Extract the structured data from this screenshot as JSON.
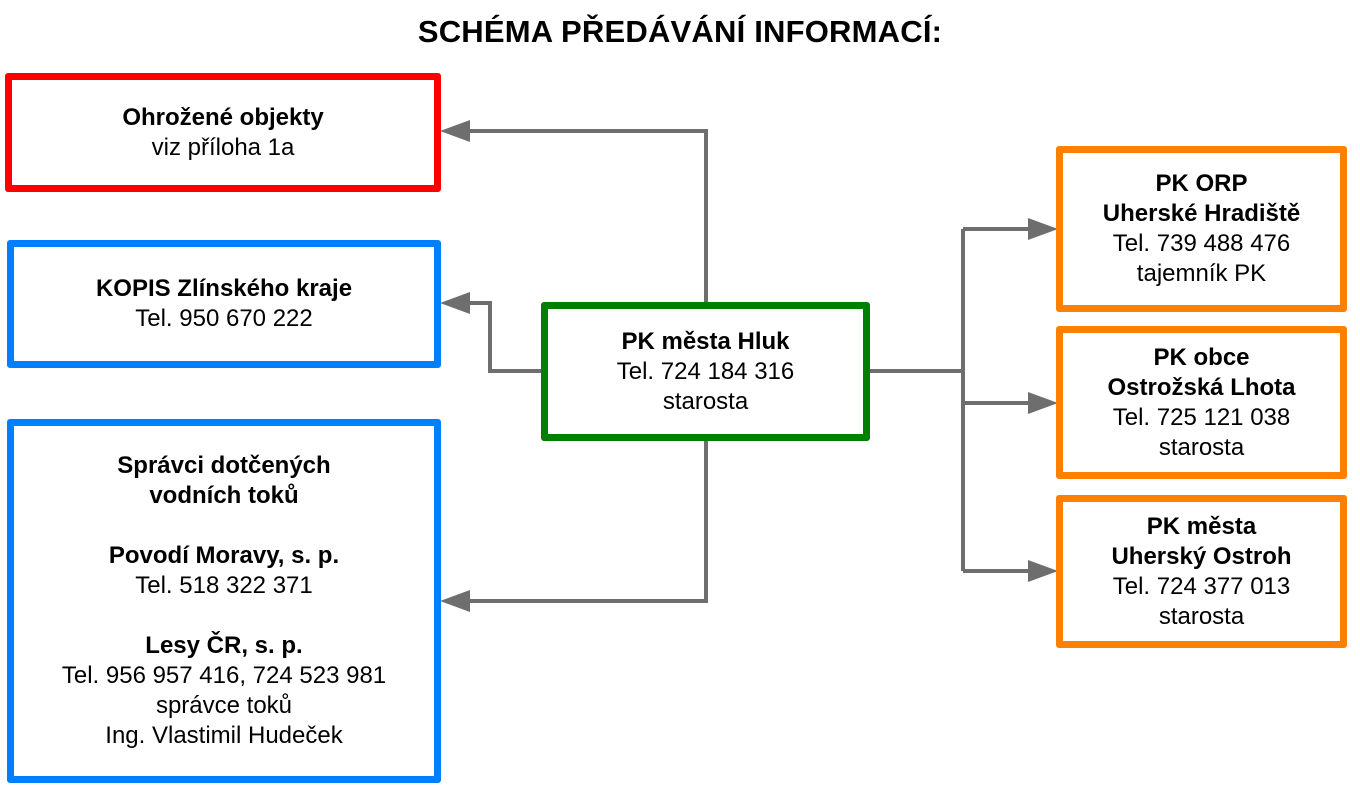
{
  "title": "SCHÉMA PŘEDÁVÁNÍ INFORMACÍ:",
  "colors": {
    "threat": "#ff0000",
    "authority": "#0080ff",
    "center": "#008000",
    "neighbor": "#ff8000",
    "connector": "#6e6e6e"
  },
  "center": {
    "name": "PK města Hluk",
    "tel": "Tel. 724 184 316",
    "role": "starosta"
  },
  "left": {
    "threatened": {
      "name": "Ohrožené objekty",
      "note": "viz příloha 1a"
    },
    "kopis": {
      "name": "KOPIS Zlínského kraje",
      "tel": "Tel. 950 670 222"
    },
    "water": {
      "heading_1": "Správci dotčených",
      "heading_2": "vodních toků",
      "org1_name": "Povodí Moravy, s. p.",
      "org1_tel": "Tel. 518 322 371",
      "org2_name": "Lesy ČR, s. p.",
      "org2_tel": "Tel. 956 957 416, 724 523 981",
      "org2_role": "správce toků",
      "org2_person": "Ing. Vlastimil Hudeček"
    }
  },
  "right": [
    {
      "name_1": "PK ORP",
      "name_2": "Uherské Hradiště",
      "tel": "Tel. 739 488 476",
      "role": "tajemník PK"
    },
    {
      "name_1": "PK obce",
      "name_2": "Ostrožská Lhota",
      "tel": "Tel. 725 121 038",
      "role": "starosta"
    },
    {
      "name_1": "PK města",
      "name_2": "Uherský Ostroh",
      "tel": "Tel. 724 377 013",
      "role": "starosta"
    }
  ]
}
